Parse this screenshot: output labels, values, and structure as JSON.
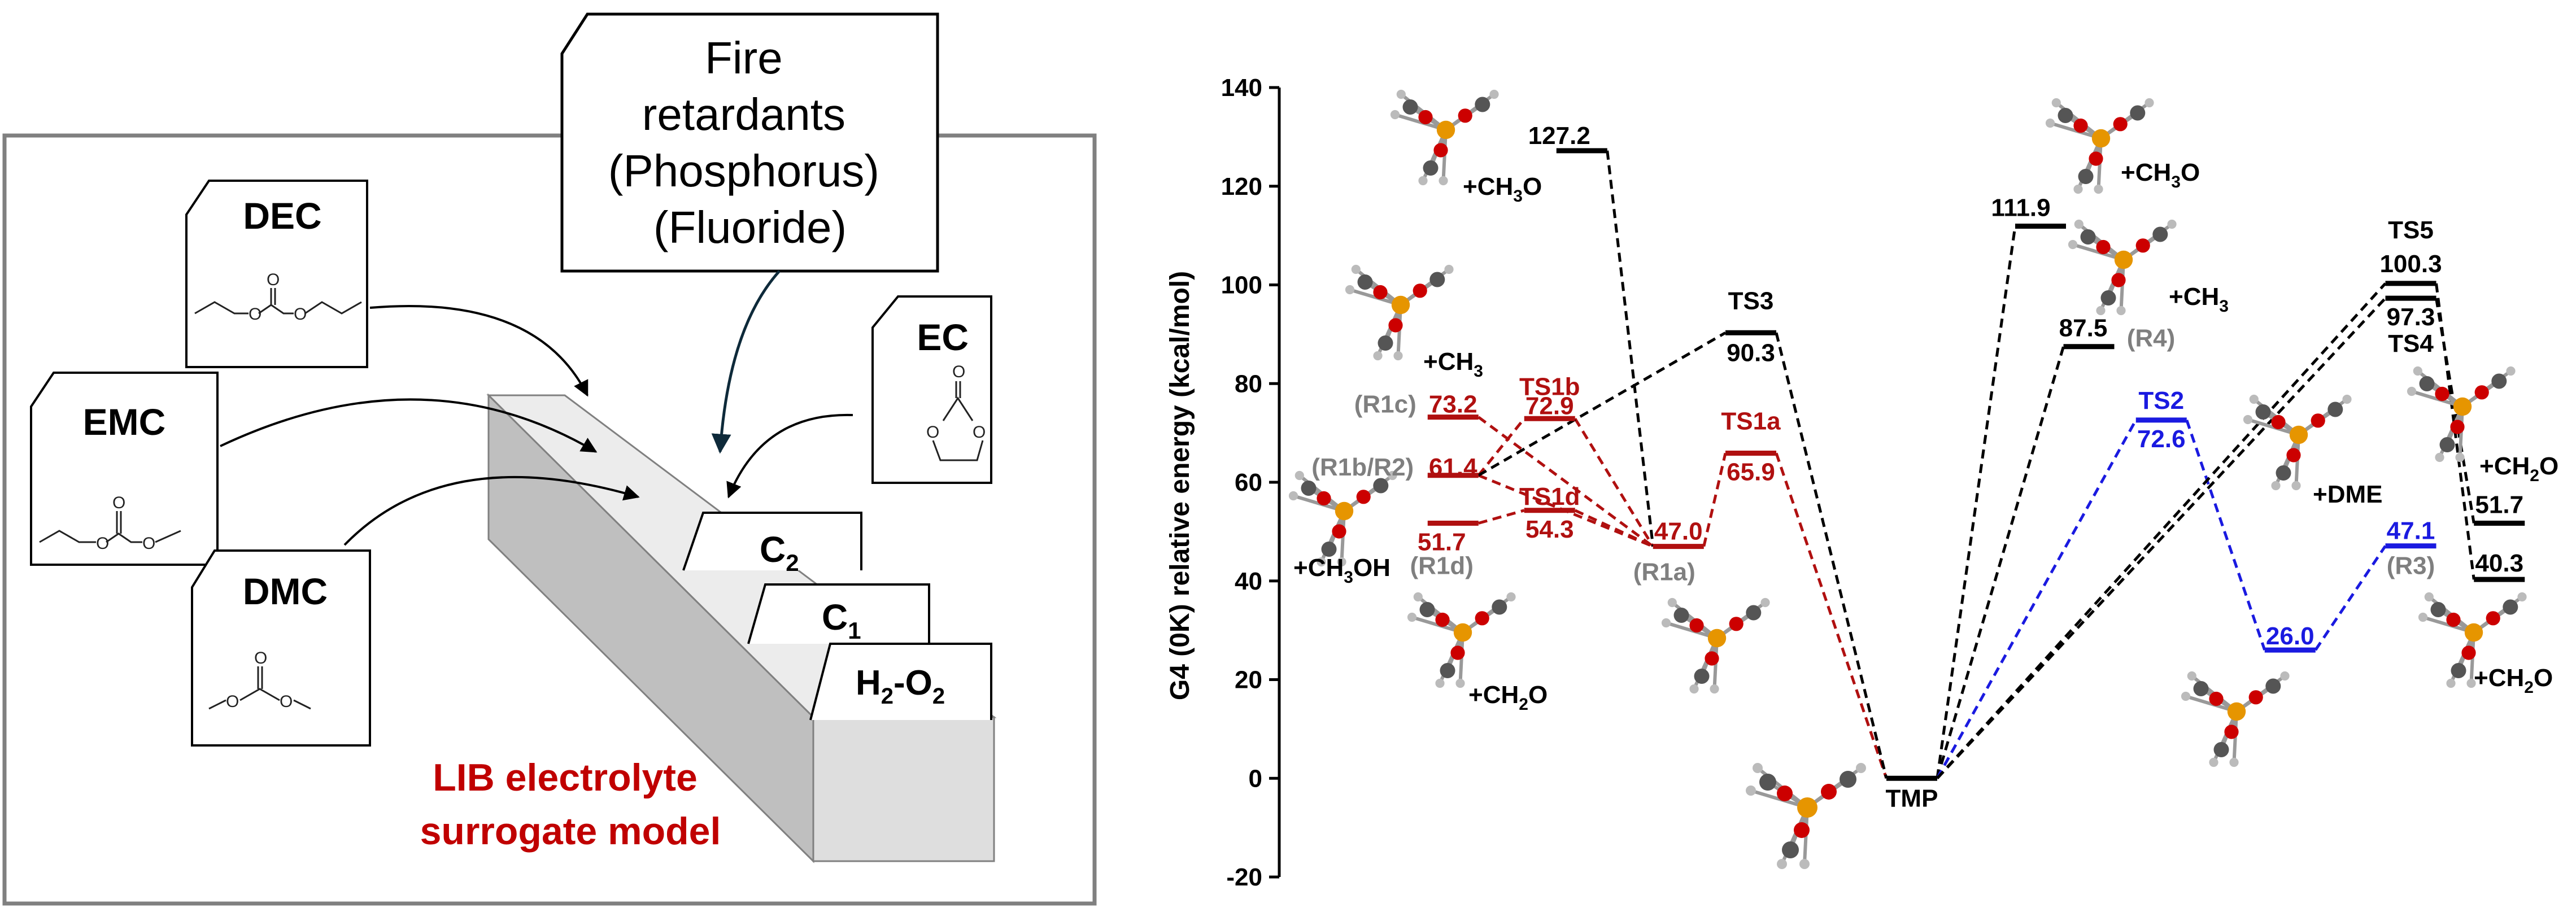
{
  "left_panel": {
    "fire_box": {
      "line1": "Fire",
      "line2": "retardants",
      "line3": "(Phosphorus)",
      "line4": "(Fluoride)"
    },
    "dec_label": "DEC",
    "emc_label": "EMC",
    "dmc_label": "DMC",
    "ec_label": "EC",
    "ec_o_top": "O",
    "ec_o_left": "O",
    "ec_o_right": "O",
    "mol_o": "O",
    "c2": {
      "main": "C",
      "sub": "2"
    },
    "c1": {
      "main": "C",
      "sub": "1"
    },
    "h2o2": {
      "a": "H",
      "a_sub": "2",
      "b": "-O",
      "b_sub": "2"
    },
    "caption_line1": "LIB electrolyte",
    "caption_line2": "surrogate model",
    "caption_color": "#c00000"
  },
  "chart_data": {
    "type": "diagram",
    "ylabel": "G4 (0K) relative energy (kcal/mol)",
    "ylim": [
      -20,
      140
    ],
    "yticks": [
      -20,
      0,
      20,
      40,
      60,
      80,
      100,
      120,
      140
    ],
    "colors": {
      "black": "#000000",
      "red": "#b01010",
      "blue": "#1a1ae0",
      "gray": "#7f7f7f"
    },
    "levels": [
      {
        "id": "tmp",
        "x": 4.0,
        "y": 0.0,
        "color": "black",
        "label": "TMP"
      },
      {
        "id": "r1a",
        "x": 2.55,
        "y": 47.0,
        "color": "red",
        "value_label": "47.0",
        "tag": "(R1a)"
      },
      {
        "id": "ts1a",
        "x": 3.0,
        "y": 65.9,
        "color": "red",
        "value_label": "65.9",
        "name": "TS1a"
      },
      {
        "id": "ts1b",
        "x": 1.75,
        "y": 72.9,
        "color": "red",
        "value_label": "72.9",
        "name": "TS1b"
      },
      {
        "id": "ts1d",
        "x": 1.75,
        "y": 54.3,
        "color": "red",
        "value_label": "54.3",
        "name": "TS1d"
      },
      {
        "id": "r1c",
        "x": 1.15,
        "y": 73.2,
        "color": "red",
        "value_label": "73.2",
        "tag": "(R1c)"
      },
      {
        "id": "r1b",
        "x": 1.15,
        "y": 61.4,
        "color": "red",
        "value_label": "61.4",
        "tag": "(R1b/R2)"
      },
      {
        "id": "r1d",
        "x": 1.15,
        "y": 51.7,
        "color": "red",
        "value_label": "51.7",
        "tag": "(R1d)"
      },
      {
        "id": "ts3",
        "x": 3.0,
        "y": 90.3,
        "color": "black",
        "value_label": "90.3",
        "name": "TS3"
      },
      {
        "id": "ch3o",
        "x": 1.95,
        "y": 127.2,
        "color": "black",
        "value_label": "127.2"
      },
      {
        "id": "p111",
        "x": 4.8,
        "y": 111.9,
        "color": "black",
        "value_label": "111.9"
      },
      {
        "id": "r4",
        "x": 5.1,
        "y": 87.5,
        "color": "black",
        "value_label": "87.5",
        "tag": "(R4)"
      },
      {
        "id": "ts2",
        "x": 5.55,
        "y": 72.6,
        "color": "blue",
        "value_label": "72.6",
        "name": "TS2"
      },
      {
        "id": "min26",
        "x": 6.35,
        "y": 26.0,
        "color": "blue",
        "value_label": "26.0"
      },
      {
        "id": "r3",
        "x": 7.1,
        "y": 47.1,
        "color": "blue",
        "value_label": "47.1",
        "tag": "(R3)"
      },
      {
        "id": "ts5",
        "x": 7.1,
        "y": 100.3,
        "color": "black",
        "value_label": "100.3",
        "name": "TS5"
      },
      {
        "id": "ts4",
        "x": 7.1,
        "y": 97.3,
        "color": "black",
        "value_label": "97.3",
        "name": "TS4"
      },
      {
        "id": "p51",
        "x": 7.65,
        "y": 51.7,
        "color": "black",
        "value_label": "51.7"
      },
      {
        "id": "p40",
        "x": 7.65,
        "y": 40.3,
        "color": "black",
        "value_label": "40.3"
      }
    ],
    "paths": [
      {
        "from": "r1b",
        "to": "ts1b",
        "color": "red"
      },
      {
        "from": "ts1b",
        "to": "r1a",
        "color": "red"
      },
      {
        "from": "r1c",
        "to": "r1a",
        "color": "red"
      },
      {
        "from": "r1d",
        "to": "ts1d",
        "color": "red"
      },
      {
        "from": "ts1d",
        "to": "r1a",
        "color": "red"
      },
      {
        "from": "r1b",
        "to": "r1a",
        "color": "red"
      },
      {
        "from": "r1a",
        "to": "ts1a",
        "color": "red"
      },
      {
        "from": "ts1a",
        "to": "tmp",
        "color": "red"
      },
      {
        "from": "ch3o",
        "to": "r1a",
        "color": "black"
      },
      {
        "from": "r1b",
        "to": "ts3",
        "color": "black"
      },
      {
        "from": "ts3",
        "to": "tmp",
        "color": "black"
      },
      {
        "from": "tmp",
        "to": "p111",
        "color": "black"
      },
      {
        "from": "tmp",
        "to": "r4",
        "color": "black"
      },
      {
        "from": "tmp",
        "to": "ts2",
        "color": "blue"
      },
      {
        "from": "ts2",
        "to": "min26",
        "color": "blue"
      },
      {
        "from": "min26",
        "to": "r3",
        "color": "blue"
      },
      {
        "from": "tmp",
        "to": "ts5",
        "color": "black"
      },
      {
        "from": "tmp",
        "to": "ts4",
        "color": "black"
      },
      {
        "from": "ts5",
        "to": "p40",
        "color": "black"
      },
      {
        "from": "ts4",
        "to": "p51",
        "color": "black"
      }
    ],
    "product_labels": [
      {
        "id": "ch3o_lbl",
        "main": "+CH",
        "sub": "3",
        "tail": "O"
      },
      {
        "id": "ch3_left",
        "main": "+CH",
        "sub": "3",
        "tail": ""
      },
      {
        "id": "ch3oh",
        "main": "+CH",
        "sub": "3",
        "tail": "OH"
      },
      {
        "id": "ch2o_left",
        "main": "+CH",
        "sub": "2",
        "tail": "O"
      },
      {
        "id": "ch3o_right",
        "main": "+CH",
        "sub": "3",
        "tail": "O"
      },
      {
        "id": "ch3_right",
        "main": "+CH",
        "sub": "3",
        "tail": ""
      },
      {
        "id": "dme",
        "main": "+DME",
        "sub": "",
        "tail": ""
      },
      {
        "id": "ch2o_r1",
        "main": "+CH",
        "sub": "2",
        "tail": "O"
      },
      {
        "id": "ch2o_r2",
        "main": "+CH",
        "sub": "2",
        "tail": "O"
      }
    ]
  }
}
